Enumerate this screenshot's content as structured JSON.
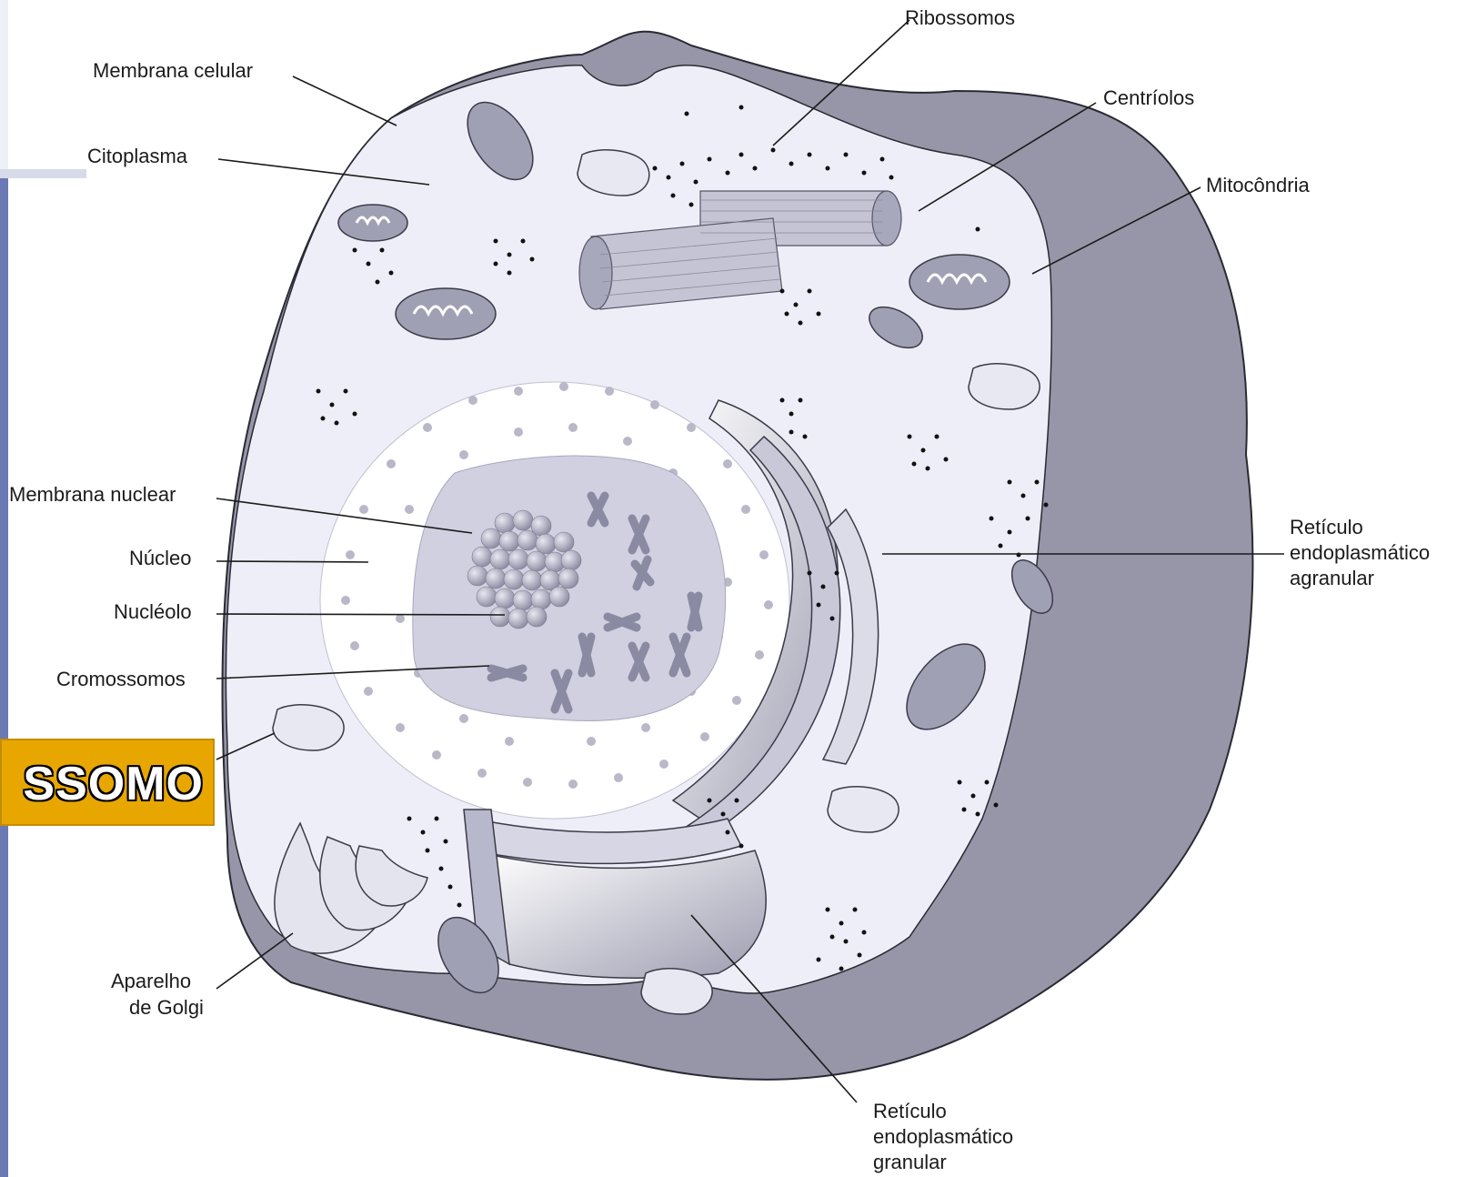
{
  "labels": {
    "ribossomos": "Ribossomos",
    "membrana_celular": "Membrana celular",
    "centriolos": "Centríolos",
    "citoplasma": "Citoplasma",
    "mitocondria": "Mitocôndria",
    "membrana_nuclear": "Membrana nuclear",
    "nucleo": "Núcleo",
    "nucleolo": "Nucléolo",
    "cromossomos": "Cromossomos",
    "reticulo_agranular_1": "Retículo",
    "reticulo_agranular_2": "endoplasmático",
    "reticulo_agranular_3": "agranular",
    "aparelho_golgi_1": "Aparelho",
    "aparelho_golgi_2": "de Golgi",
    "reticulo_granular_1": "Retículo",
    "reticulo_granular_2": "endoplasmático",
    "reticulo_granular_3": "granular"
  },
  "banner": {
    "text": "SSOMO"
  },
  "colors": {
    "cytoplasm": "#eeeef8",
    "outer_shell": "#9696a8",
    "nucleus_halo": "#ffffff",
    "nucleus": "#d0d0e0",
    "banner": "#e8a700",
    "accent_bar": "#6a79b4"
  }
}
